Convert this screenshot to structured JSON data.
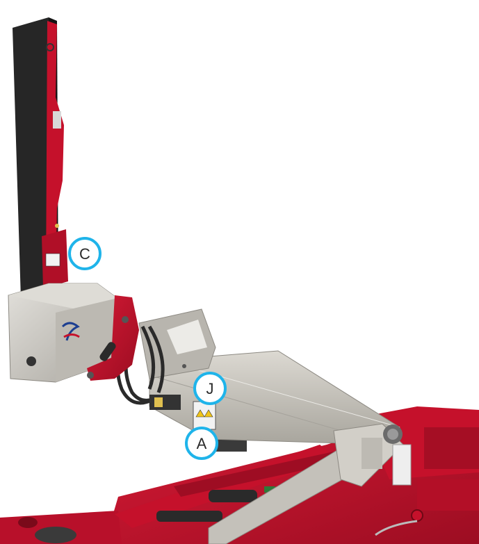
{
  "callouts": {
    "c": "C",
    "j": "J",
    "a": "A"
  },
  "colors": {
    "machine_red": "#c5112b",
    "dark_red": "#8e0c1f",
    "column_black": "#262626",
    "housing_grey": "#c9c7c2",
    "arm_grey": "#cfccc5",
    "callout_ring": "#1fb4ea"
  }
}
